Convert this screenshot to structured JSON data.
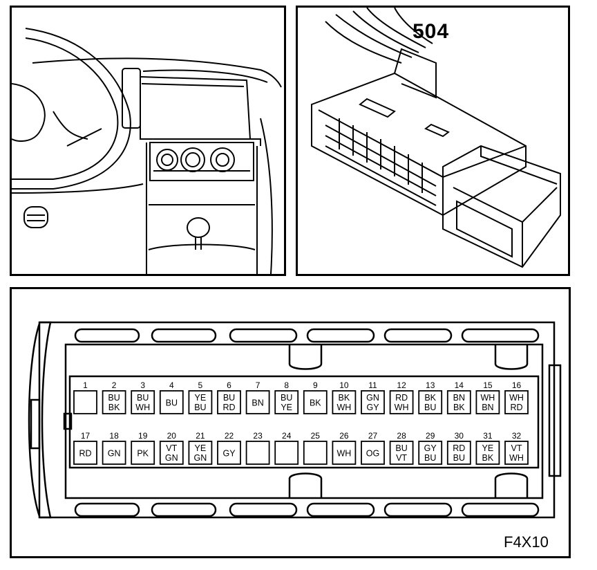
{
  "connector_ref": "504",
  "figure_code": "F4X10",
  "pins_top": [
    {
      "num": "1",
      "colors": []
    },
    {
      "num": "2",
      "colors": [
        "BU",
        "BK"
      ]
    },
    {
      "num": "3",
      "colors": [
        "BU",
        "WH"
      ]
    },
    {
      "num": "4",
      "colors": [
        "BU"
      ]
    },
    {
      "num": "5",
      "colors": [
        "YE",
        "BU"
      ]
    },
    {
      "num": "6",
      "colors": [
        "BU",
        "RD"
      ]
    },
    {
      "num": "7",
      "colors": [
        "BN"
      ]
    },
    {
      "num": "8",
      "colors": [
        "BU",
        "YE"
      ]
    },
    {
      "num": "9",
      "colors": [
        "BK"
      ]
    },
    {
      "num": "10",
      "colors": [
        "BK",
        "WH"
      ]
    },
    {
      "num": "11",
      "colors": [
        "GN",
        "GY"
      ]
    },
    {
      "num": "12",
      "colors": [
        "RD",
        "WH"
      ]
    },
    {
      "num": "13",
      "colors": [
        "BK",
        "BU"
      ]
    },
    {
      "num": "14",
      "colors": [
        "BN",
        "BK"
      ]
    },
    {
      "num": "15",
      "colors": [
        "WH",
        "BN"
      ]
    },
    {
      "num": "16",
      "colors": [
        "WH",
        "RD"
      ]
    }
  ],
  "pins_bottom": [
    {
      "num": "17",
      "colors": [
        "RD"
      ]
    },
    {
      "num": "18",
      "colors": [
        "GN"
      ]
    },
    {
      "num": "19",
      "colors": [
        "PK"
      ]
    },
    {
      "num": "20",
      "colors": [
        "VT",
        "GN"
      ]
    },
    {
      "num": "21",
      "colors": [
        "YE",
        "GN"
      ]
    },
    {
      "num": "22",
      "colors": [
        "GY"
      ]
    },
    {
      "num": "23",
      "colors": []
    },
    {
      "num": "24",
      "colors": []
    },
    {
      "num": "25",
      "colors": []
    },
    {
      "num": "26",
      "colors": [
        "WH"
      ]
    },
    {
      "num": "27",
      "colors": [
        "OG"
      ]
    },
    {
      "num": "28",
      "colors": [
        "BU",
        "VT"
      ]
    },
    {
      "num": "29",
      "colors": [
        "GY",
        "BU"
      ]
    },
    {
      "num": "30",
      "colors": [
        "RD",
        "BU"
      ]
    },
    {
      "num": "31",
      "colors": [
        "YE",
        "BK"
      ]
    },
    {
      "num": "32",
      "colors": [
        "VT",
        "WH"
      ]
    }
  ]
}
